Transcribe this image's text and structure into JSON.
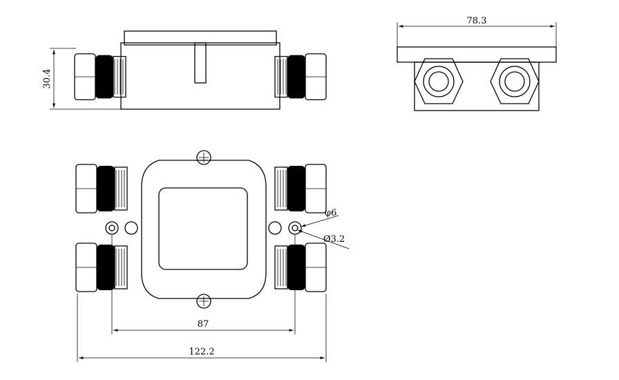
{
  "drawing": {
    "dimensions": {
      "height": "30.4",
      "width_front": "78.3",
      "hole_spacing": "87",
      "overall_length": "122.2",
      "outer_diameter": "φ6",
      "hole_diameter": "Ø3.2"
    }
  }
}
